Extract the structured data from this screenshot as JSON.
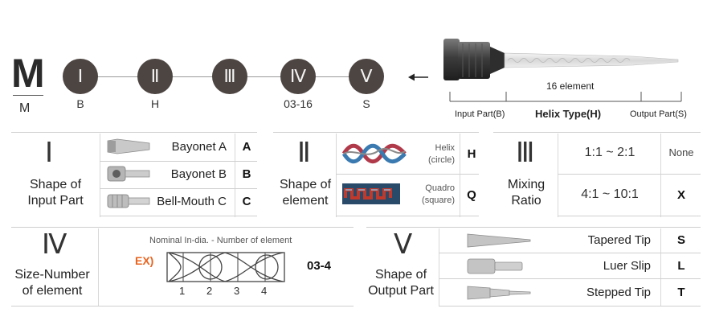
{
  "code_scheme": {
    "letter": "M",
    "letter_sub": "M",
    "positions": [
      {
        "numeral": "Ⅰ",
        "value": "B"
      },
      {
        "numeral": "Ⅱ",
        "value": "H"
      },
      {
        "numeral": "Ⅲ",
        "value": ""
      },
      {
        "numeral": "Ⅳ",
        "value": "03-16"
      },
      {
        "numeral": "Ⅴ",
        "value": "S"
      }
    ]
  },
  "product_image": {
    "element_count": "16 element",
    "input_part": "Input Part(B)",
    "helix_type": "Helix Type(H)",
    "output_part": "Output Part(S)"
  },
  "section_input": {
    "numeral": "Ⅰ",
    "title_line1": "Shape of",
    "title_line2": "Input Part",
    "rows": [
      {
        "label": "Bayonet A",
        "code": "A"
      },
      {
        "label": "Bayonet B",
        "code": "B"
      },
      {
        "label": "Bell-Mouth C",
        "code": "C"
      }
    ]
  },
  "section_element": {
    "numeral": "Ⅱ",
    "title_line1": "Shape of",
    "title_line2": "element",
    "rows": [
      {
        "label1": "Helix",
        "label2": "(circle)",
        "code": "H"
      },
      {
        "label1": "Quadro",
        "label2": "(square)",
        "code": "Q"
      }
    ]
  },
  "section_ratio": {
    "numeral": "Ⅲ",
    "title_line1": "Mixing",
    "title_line2": "Ratio",
    "rows": [
      {
        "ratio": "1:1 ~ 2:1",
        "code": "None"
      },
      {
        "ratio": "4:1 ~ 10:1",
        "code": "X"
      }
    ]
  },
  "section_size": {
    "numeral": "Ⅳ",
    "title_line1": "Size-Number",
    "title_line2": "of element",
    "caption": "Nominal In-dia. - Number of element",
    "example_label": "EX)",
    "element_numbers": [
      "1",
      "2",
      "3",
      "4"
    ],
    "code": "03-4"
  },
  "section_output": {
    "numeral": "Ⅴ",
    "title_line1": "Shape of",
    "title_line2": "Output Part",
    "rows": [
      {
        "label": "Tapered Tip",
        "code": "S"
      },
      {
        "label": "Luer Slip",
        "code": "L"
      },
      {
        "label": "Stepped Tip",
        "code": "T"
      }
    ]
  },
  "colors": {
    "circle_fill": "#4d4542",
    "accent_orange": "#e8631f",
    "rule_gray": "#cfcfcf"
  }
}
